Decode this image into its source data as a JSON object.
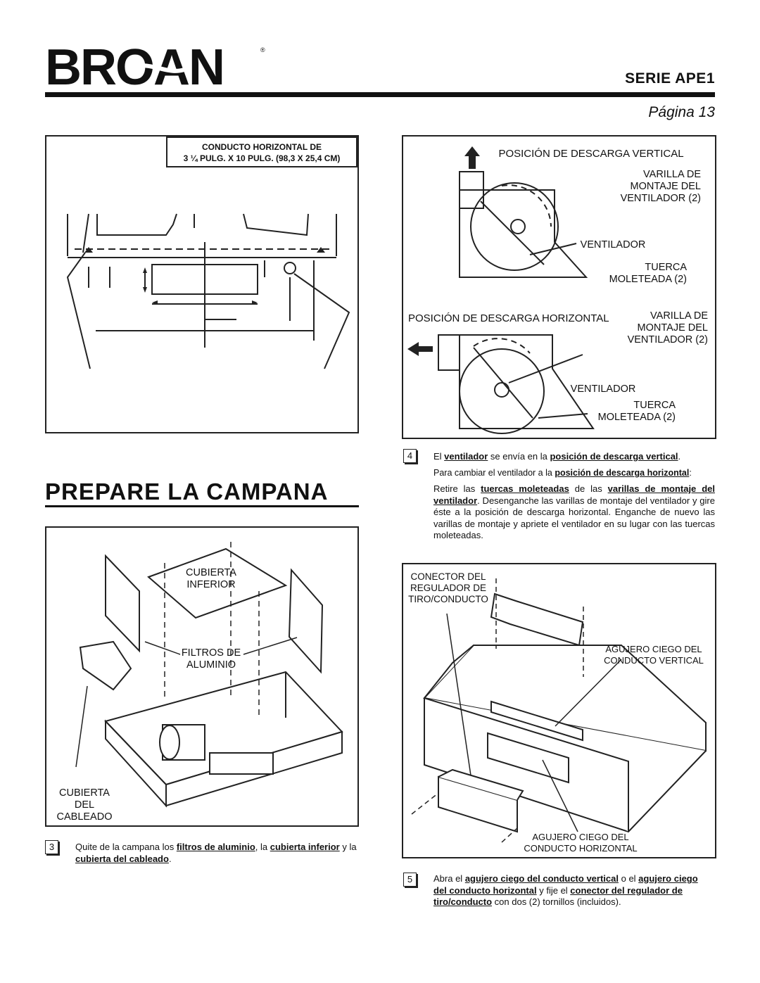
{
  "header": {
    "logo_text": "BROAN",
    "series": "SERIE  APE1",
    "page": "Página 13"
  },
  "figure_duct": {
    "caption_line1": "CONDUCTO HORIZONTAL DE",
    "caption_line2": "3 ¼ PULG. X 10 PULG. (98,3 X 25,4 CM)"
  },
  "figure_blower": {
    "vertical_title": "POSICIÓN DE DESCARGA VERTICAL",
    "rod_label_v": "VARILLA DE MONTAJE DEL VENTILADOR (2)",
    "fan_label_v": "VENTILADOR",
    "nut_label_v": "TUERCA MOLETEADA (2)",
    "horizontal_title": "POSICIÓN DE DESCARGA HORIZONTAL",
    "rod_label_h": "VARILLA DE MONTAJE DEL VENTILADOR (2)",
    "fan_label_h": "VENTILADOR",
    "nut_label_h": "TUERCA MOLETEADA (2)"
  },
  "main_heading": "PREPARE LA CAMPANA",
  "figure_hood": {
    "cover_label": "CUBIERTA INFERIOR",
    "filters_label": "FILTROS DE ALUMINIO",
    "wiring_label": "CUBIERTA DEL CABLEADO"
  },
  "figure_damper": {
    "connector_label": "CONECTOR DEL REGULADOR DE TIRO/CONDUCTO",
    "vertical_knockout_label": "AGUJERO CIEGO DEL CONDUCTO VERTICAL",
    "horizontal_knockout_label": "AGUJERO CIEGO DEL CONDUCTO HORIZONTAL"
  },
  "steps": {
    "s3": {
      "num": "3",
      "t1": "Quite de la campana los ",
      "k1": "filtros de aluminio",
      "t2": ", la ",
      "k2": "cubierta inferior",
      "t3": " y la ",
      "k3": "cubierta del cableado",
      "t4": "."
    },
    "s4": {
      "num": "4",
      "p1_a": "El ",
      "p1_k1": "ventilador",
      "p1_b": " se envía en la ",
      "p1_k2": "posición de descarga vertical",
      "p1_c": ".",
      "p2_a": "Para cambiar el ventilador a la ",
      "p2_k": "posición de descarga horizontal",
      "p2_b": ":",
      "p3_a": "Retire las ",
      "p3_k1": "tuercas moleteadas",
      "p3_b": " de las ",
      "p3_k2": "varillas de montaje del ventilador",
      "p3_c": ". Desenganche las varillas de montaje del ventilador y gire éste a la posición de descarga horizontal. Enganche de nuevo las varillas de montaje y apriete el ventilador en su lugar con las tuercas moleteadas."
    },
    "s5": {
      "num": "5",
      "a": "Abra el ",
      "k1": "agujero ciego del conducto vertical",
      "b": " o el ",
      "k2": "agujero ciego del conducto horizontal",
      "c": " y fije el ",
      "k3": "conector del regulador de tiro/conducto",
      "d": " con dos (2) tornillos (incluidos)."
    }
  }
}
